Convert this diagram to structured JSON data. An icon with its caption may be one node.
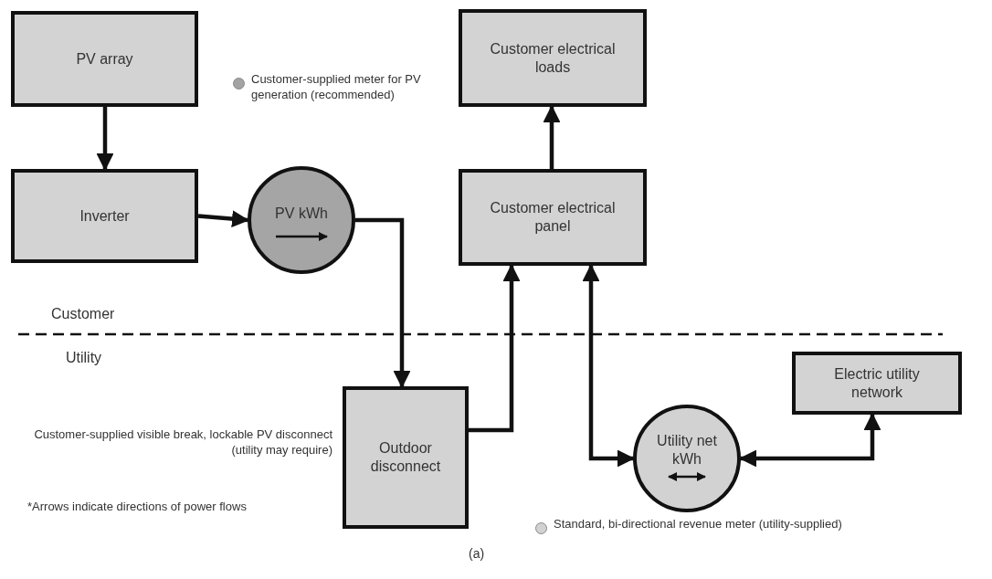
{
  "diagram": {
    "caption": "(a)",
    "nodes": [
      {
        "text": [
          "PV array"
        ]
      },
      {
        "text": [
          "Inverter"
        ]
      },
      {
        "text": [
          "PV kWh"
        ]
      },
      {
        "text": [
          "Customer electrical loads"
        ]
      },
      {
        "text": [
          "Customer electrical panel"
        ]
      },
      {
        "text": [
          "Outdoor disconnect"
        ],
        "beside": [
          "Customer-supplied visible break, lockable PV disconnect (utility may require)"
        ]
      },
      {
        "text": [
          "Utility net kWh"
        ]
      },
      {
        "text": [
          "Electric utility network"
        ]
      }
    ],
    "edges": [
      {
        "from": 0,
        "to": 1,
        "arrow": "to"
      },
      {
        "from": 1,
        "to": 2,
        "arrow": "to"
      },
      {
        "from": 2,
        "to": 5,
        "arrow": "to"
      },
      {
        "from": 5,
        "to": 4,
        "arrow": "to"
      },
      {
        "from": 4,
        "to": 3,
        "arrow": "to"
      },
      {
        "from": 4,
        "to": 6,
        "arrow": "both"
      },
      {
        "from": 6,
        "to": 7,
        "arrow": "both"
      }
    ],
    "labels": [
      "Customer",
      "Utility",
      "*Arrows indicate directions of power flows"
    ],
    "legend": [
      {
        "text": "Customer-supplied meter for PV generation (recommended)",
        "color": "#a3a3a3"
      },
      {
        "text": "Standard, bi-directional revenue meter (utility-supplied)",
        "color": "#d2d2d2"
      }
    ]
  }
}
